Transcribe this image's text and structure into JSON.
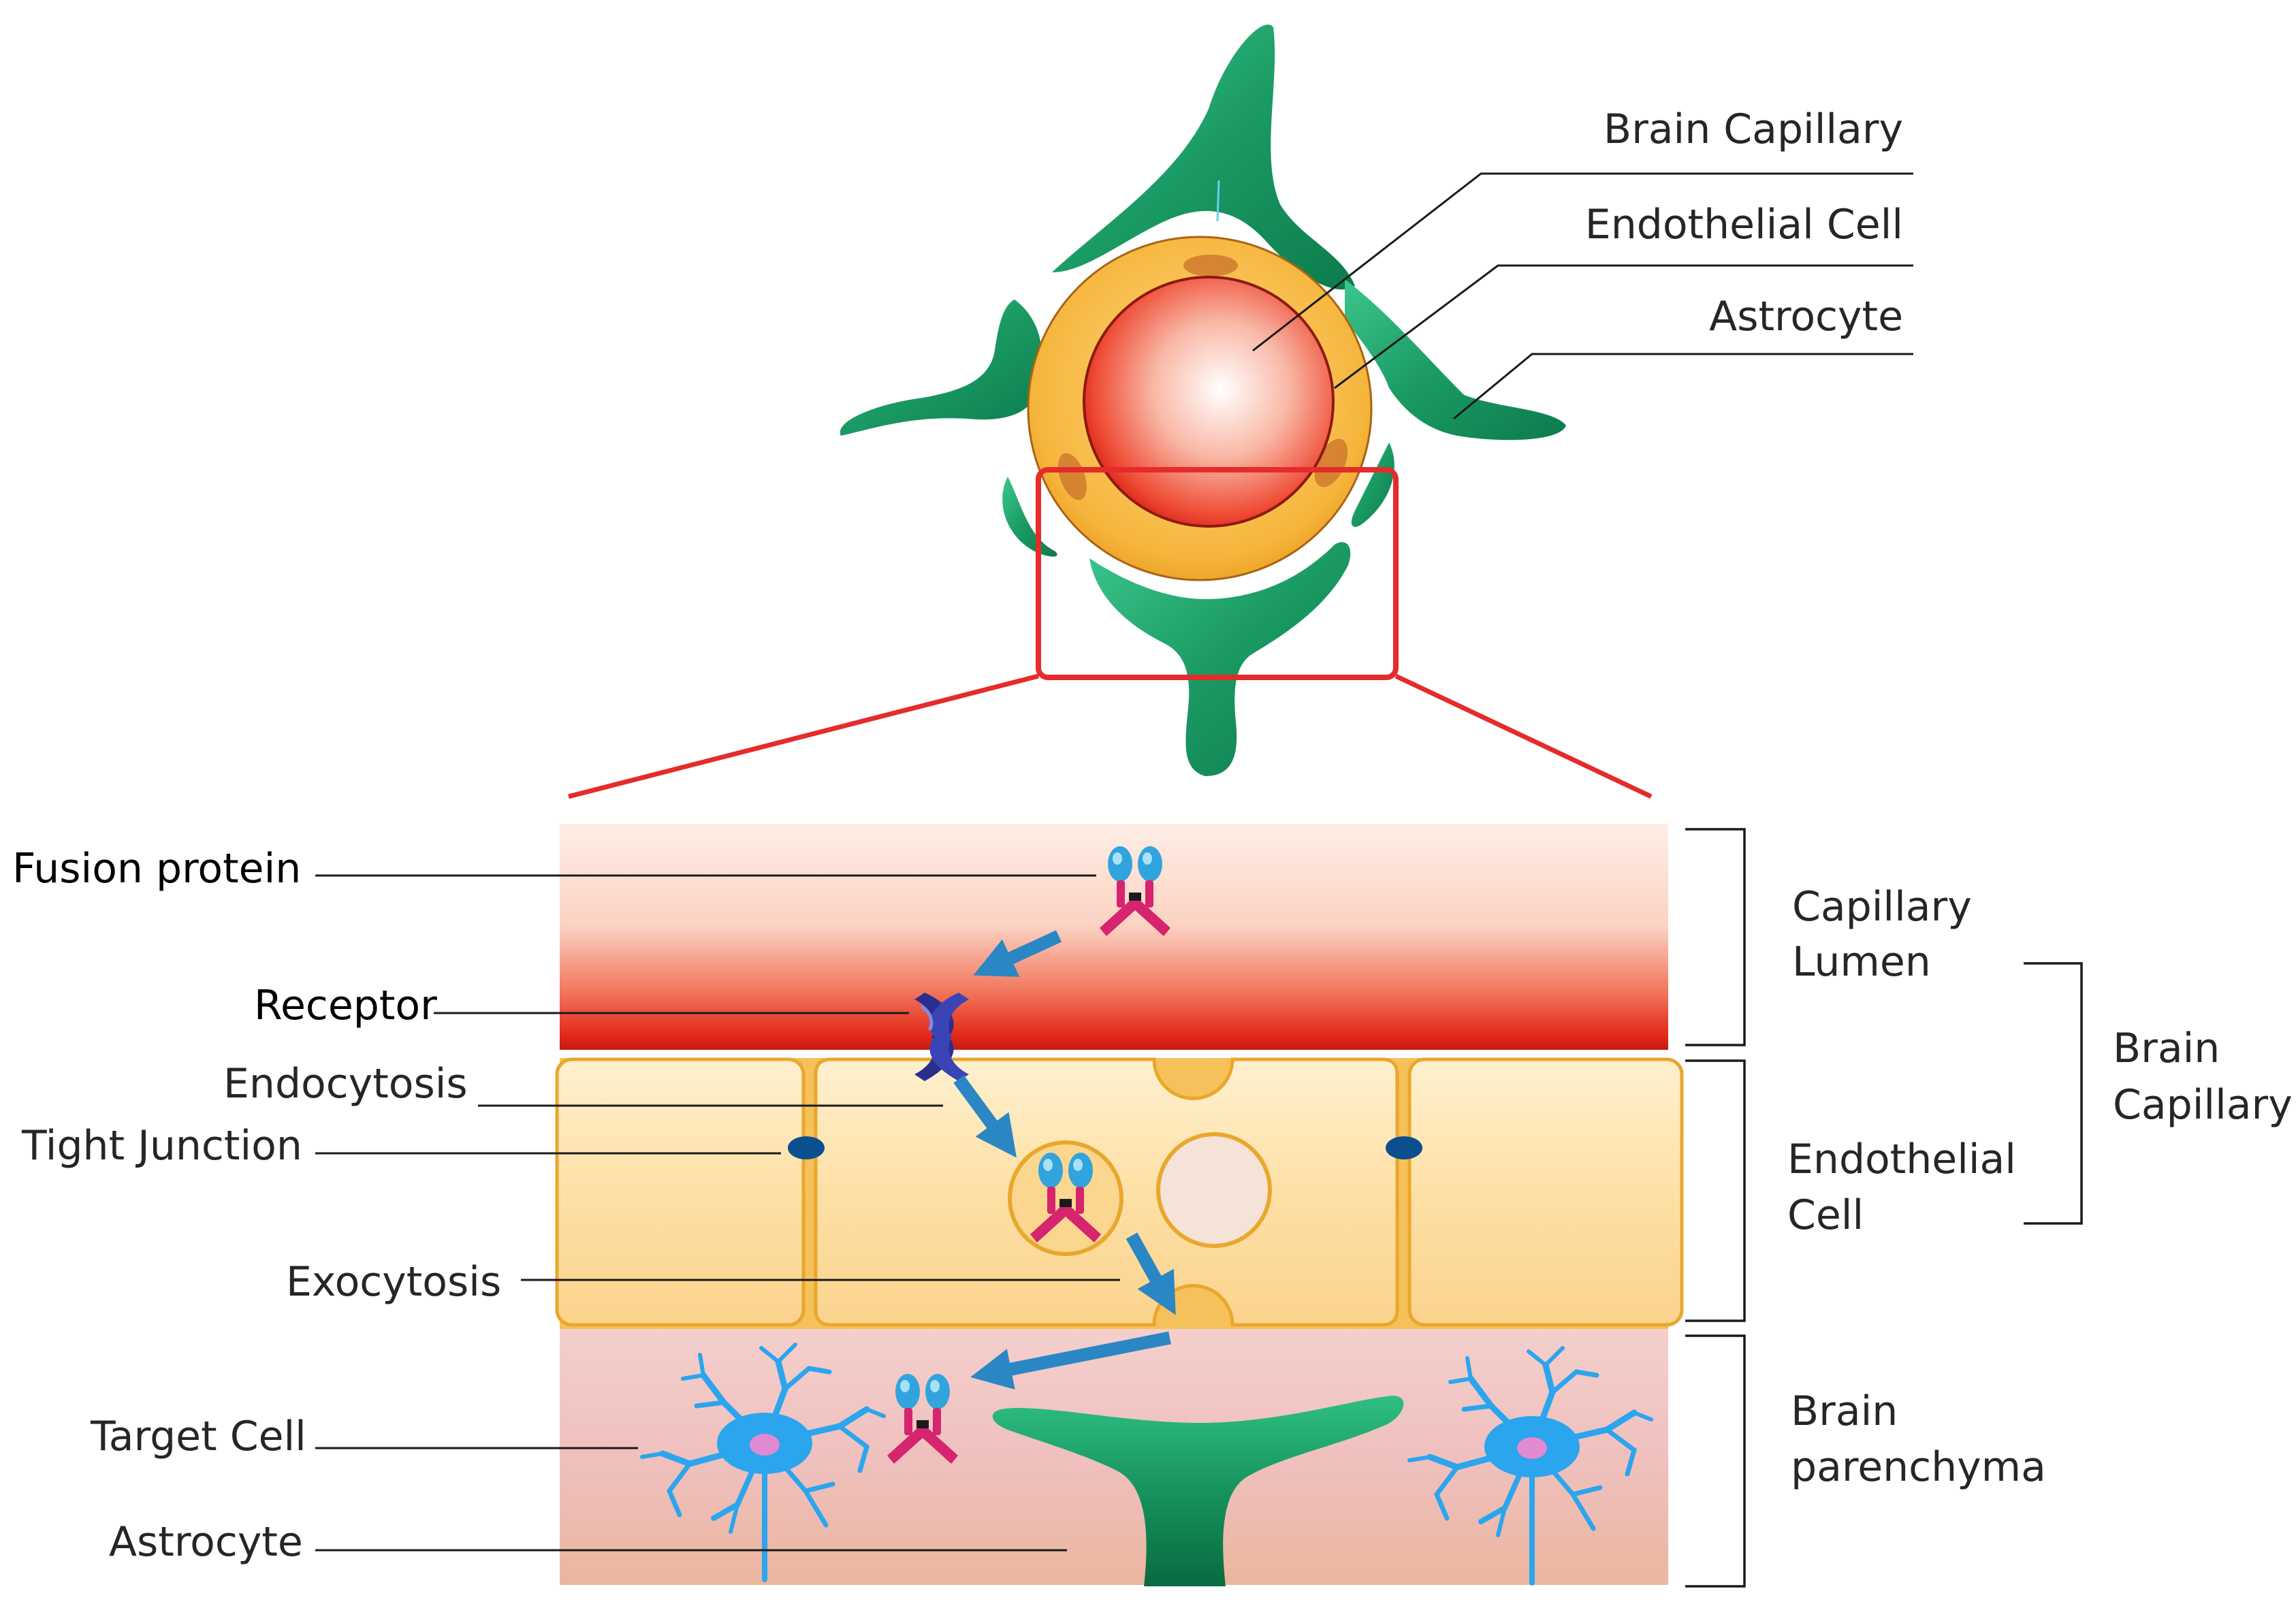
{
  "colors": {
    "astrocyte": "#1f9f6a",
    "endothelial": "#f2b43c",
    "endothelial_fill": "#fde3ab",
    "capillary_red": "#e0281c",
    "zoom_box": "#e52b2b",
    "lumen_fill": "#fde4dc",
    "parenchyma_fill": "#f2c3c3",
    "arrow": "#2b86c4",
    "receptor": "#2a2f8f",
    "antibody_arm": "#d6246e",
    "antibody_head": "#31a4dd",
    "tight_junction": "#0b4f8f",
    "target_cell": "#2ba5ee"
  },
  "top_labels": {
    "brain_capillary": "Brain Capillary",
    "endothelial_cell": "Endothelial Cell",
    "astrocyte": "Astrocyte"
  },
  "left_labels": {
    "fusion_protein": "Fusion protein",
    "receptor": "Receptor",
    "endocytosis": "Endocytosis",
    "tight_junction": "Tight Junction",
    "exocytosis": "Exocytosis",
    "target_cell": "Target Cell",
    "astrocyte": "Astrocyte"
  },
  "right_labels": {
    "capillary_lumen": [
      "Capillary",
      "Lumen"
    ],
    "endothelial_cell": [
      "Endothelial",
      "Cell"
    ],
    "brain_parenchyma": [
      "Brain",
      "parenchyma"
    ],
    "brain_capillary": [
      "Brain",
      "Capillary"
    ]
  }
}
